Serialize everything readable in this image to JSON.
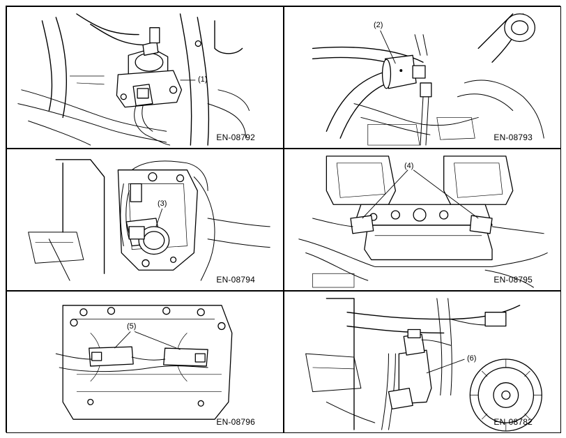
{
  "panels": [
    {
      "figure_id": "EN-08792",
      "callout": "(1)"
    },
    {
      "figure_id": "EN-08793",
      "callout": "(2)"
    },
    {
      "figure_id": "EN-08794",
      "callout": "(3)"
    },
    {
      "figure_id": "EN-08795",
      "callout": "(4)"
    },
    {
      "figure_id": "EN-08796",
      "callout": "(5)"
    },
    {
      "figure_id": "EN-08782",
      "callout": "(6)"
    }
  ]
}
